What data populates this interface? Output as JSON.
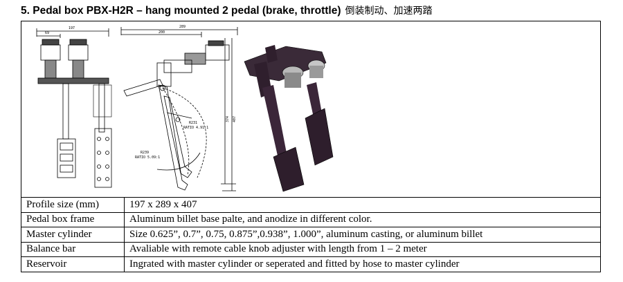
{
  "section": {
    "title": "5. Pedal box PBX-H2R – hang mounted 2 pedal (brake, throttle)",
    "title_cn": "倒装制动、加速两踏"
  },
  "drawing": {
    "front_view": {
      "overall_width": "197",
      "offset": "69"
    },
    "side_view": {
      "overall_width": "289",
      "inner_width": "200",
      "height_inner": "374",
      "height_outer": "407",
      "radius_upper": "R231",
      "ratio_upper": "RATIO 4.91:1",
      "radius_lower": "R239",
      "ratio_lower": "RATIO 5.09:1"
    }
  },
  "specs": [
    {
      "label": "Profile size (mm)",
      "value": "197 x 289 x 407"
    },
    {
      "label": "Pedal box frame",
      "value": "Aluminum billet base palte, and anodize in different color."
    },
    {
      "label": "Master cylinder",
      "value": "Size 0.625”, 0.7”, 0.75, 0.875”,0.938”, 1.000”, aluminum casting, or aluminum billet"
    },
    {
      "label": "Balance bar",
      "value": "Avaliable with remote cable knob adjuster with length from 1 – 2 meter"
    },
    {
      "label": "Reservoir",
      "value": "Ingrated with master cylinder or seperated and fitted by hose to master cylinder"
    }
  ]
}
